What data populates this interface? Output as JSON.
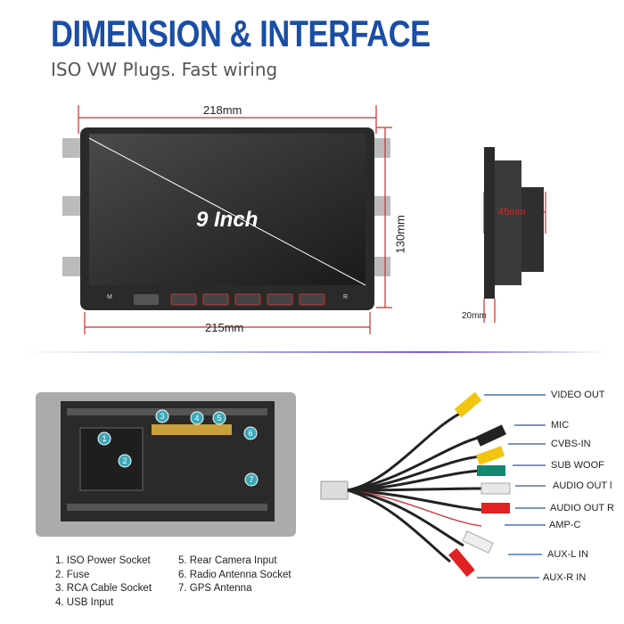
{
  "header": {
    "title": "DIMENSION & INTERFACE",
    "subtitle": "ISO VW Plugs. Fast wiring"
  },
  "front_view": {
    "screen_label": "9 Inch",
    "top_width": "218mm",
    "bottom_width": "215mm",
    "height": "130mm",
    "buttons": [
      "M",
      "R"
    ]
  },
  "side_view": {
    "depth": "45mm",
    "thickness": "20mm"
  },
  "cable_labels": [
    "VIDEO OUT",
    "MIC",
    "CVBS-IN",
    "SUB WOOF",
    "AUDIO OUT l",
    "AUDIO OUT R",
    "AMP-C",
    "AUX-L IN",
    "AUX-R IN"
  ],
  "legend": {
    "col1": [
      "1. ISO Power Socket",
      "2. Fuse",
      "3. RCA Cable Socket",
      "4. USB Input"
    ],
    "col2": [
      "5. Rear Camera Input",
      "6. Radio Antenna Socket",
      "7. GPS Antenna"
    ]
  },
  "markers": [
    "1",
    "2",
    "3",
    "4",
    "5",
    "6",
    "7"
  ],
  "colors": {
    "title": "#1a4ea6",
    "dimension": "#d02a2a",
    "arrow": "#2b5a9e",
    "marker": "#3aa7b8"
  }
}
